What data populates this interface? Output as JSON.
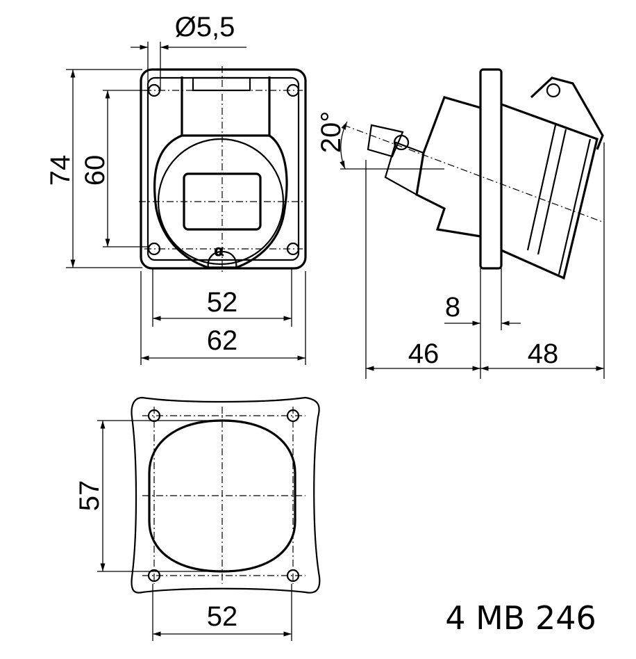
{
  "front_view": {
    "hole_diameter": "Ø5,5",
    "height_outer": "74",
    "height_holes": "60",
    "width_holes": "52",
    "width_outer": "62"
  },
  "side_view": {
    "angle": "20°",
    "plate_thickness": "8",
    "depth_back": "46",
    "depth_front": "48"
  },
  "cutout_view": {
    "height": "57",
    "width": "52"
  },
  "model_code": "4 MB 246"
}
